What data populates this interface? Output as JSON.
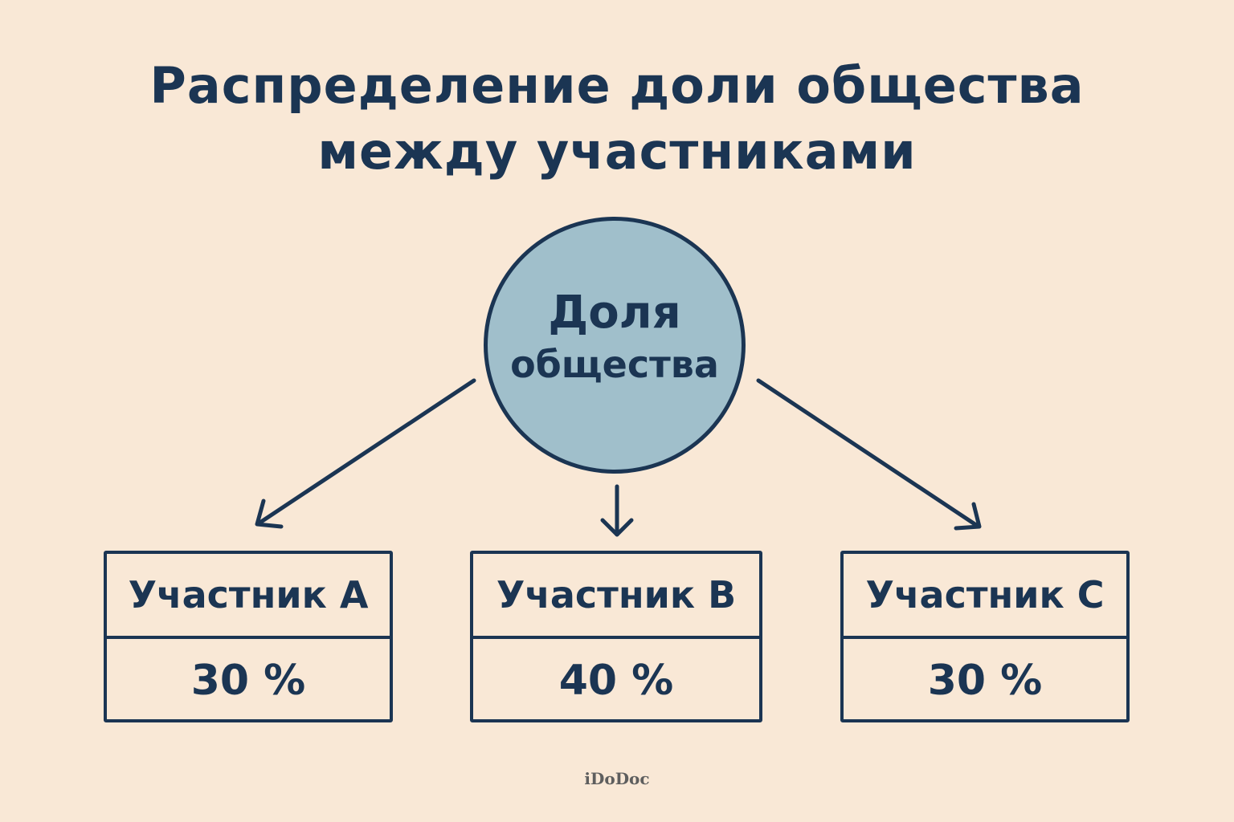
{
  "title": {
    "line1": "Распределение доли общества",
    "line2": "между участниками"
  },
  "center_node": {
    "line1": "Доля",
    "line2": "общества"
  },
  "participants": [
    {
      "name": "Участник A",
      "share": "30 %"
    },
    {
      "name": "Участник B",
      "share": "40 %"
    },
    {
      "name": "Участник C",
      "share": "30 %"
    }
  ],
  "brand": "iDoDoc",
  "colors": {
    "background": "#f9e8d6",
    "ink": "#1b3553",
    "circle_fill": "#a0bfcb"
  }
}
